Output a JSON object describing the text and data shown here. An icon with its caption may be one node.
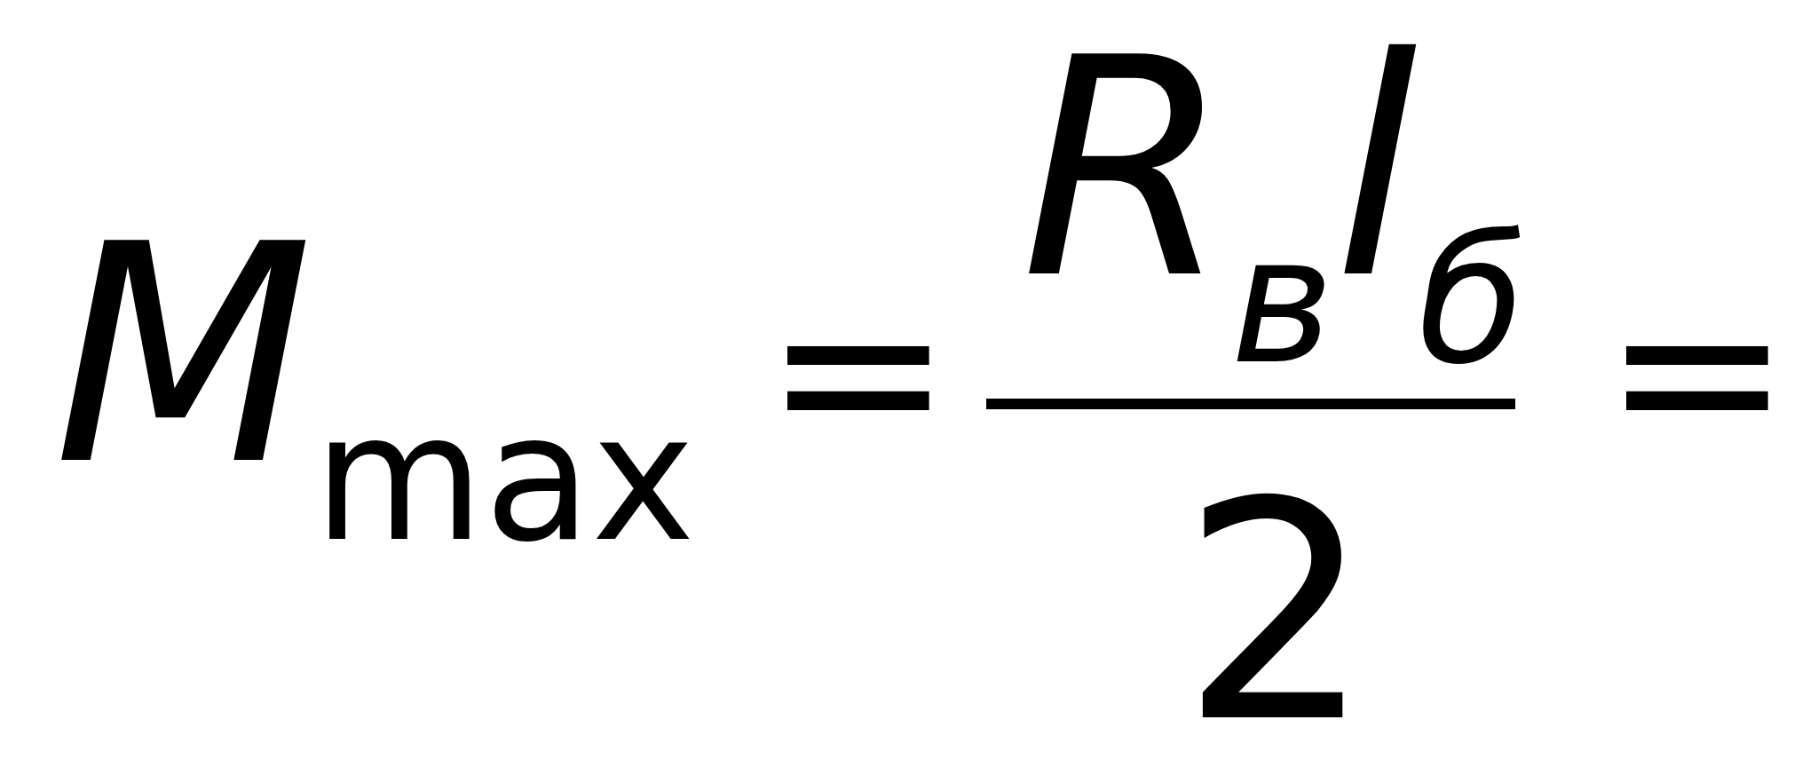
{
  "diagram": {
    "labels": [
      "*M*$_{max}$",
      "=",
      "*R*$_{в}$*l*$_{б}$",
      "2",
      "="
    ]
  }
}
